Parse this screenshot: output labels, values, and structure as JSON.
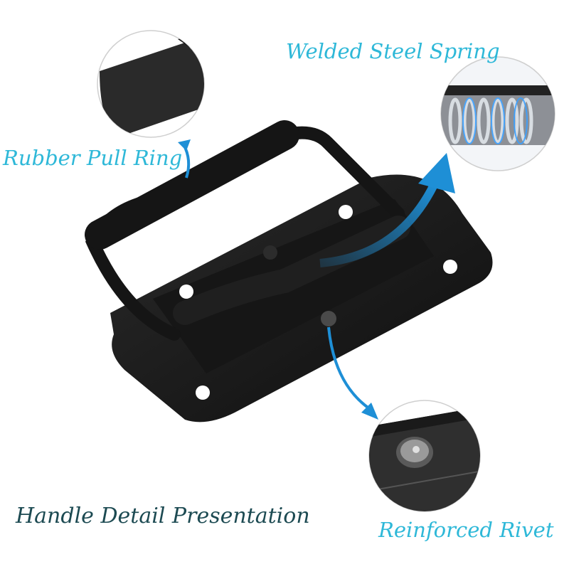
{
  "title": "Handle Detail Presentation",
  "callouts": [
    {
      "label": "Welded Steel Spring"
    },
    {
      "label": "Rubber Pull Ring"
    },
    {
      "label": "Reinforced Rivet"
    }
  ],
  "colors": {
    "accent_text": "#2eb8d8",
    "title_text": "#1c4a52",
    "arrow": "#1e8fd6",
    "metal": "#1b1b1b"
  }
}
